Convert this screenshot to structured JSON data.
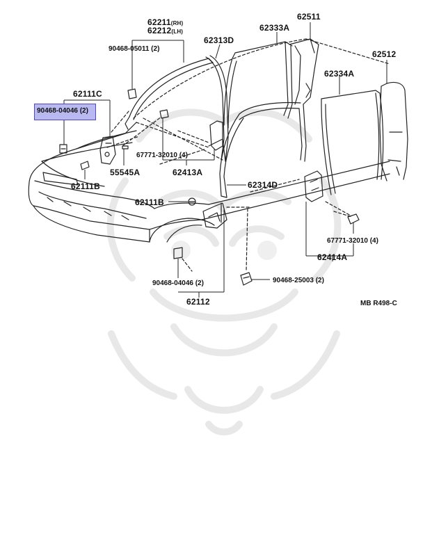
{
  "diagram": {
    "watermark_icon": "samurai-mask-watermark",
    "reference": "MB R498-C",
    "highlight_color": "#b9b8f0",
    "labels": {
      "p62211": "62211",
      "p62211_side": "(RH)",
      "p62212": "62212",
      "p62212_side": "(LH)",
      "p90468_05011": "90468-05011 (2)",
      "p62313D": "62313D",
      "p62333A": "62333A",
      "p62511": "62511",
      "p62512": "62512",
      "p62334A": "62334A",
      "p62111C": "62111C",
      "p90468_04046_top": "90468-04046 (2)",
      "p67771_32010_a": "67771-32010 (4)",
      "p55545A": "55545A",
      "p62413A": "62413A",
      "p62111B_a": "62111B",
      "p62314D": "62314D",
      "p62111B_b": "62111B",
      "p67771_32010_b": "67771-32010 (4)",
      "p62414A": "62414A",
      "p90468_04046_bottom": "90468-04046 (2)",
      "p90468_25003": "90468-25003 (2)",
      "p62112": "62112"
    }
  }
}
